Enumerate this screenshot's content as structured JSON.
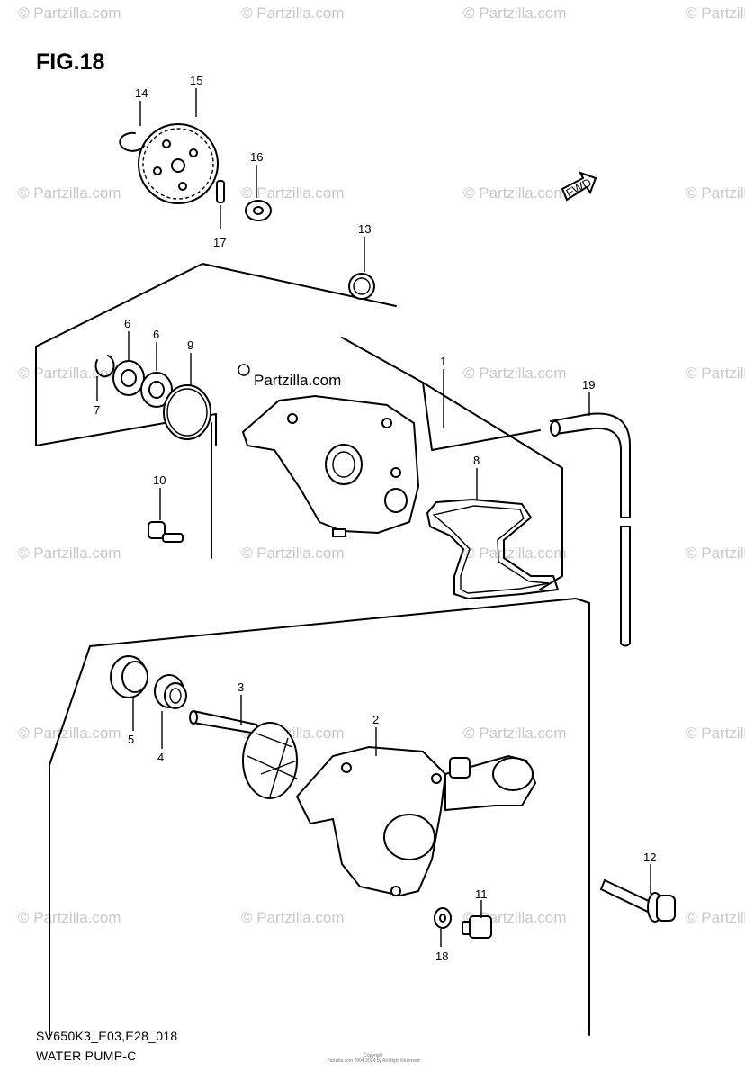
{
  "figure": {
    "title": "FIG.18",
    "model_code": "SV650K3_E03,E28_018",
    "section_title": "WATER PUMP-C",
    "fwd_label": "FWD",
    "copyright_line1": "Copyright",
    "copyright_line2": "Partzilla.com 2004-2024 by All Right Reserved"
  },
  "watermark": {
    "text": "© Partzilla.com",
    "tag_text": "Partzilla.com"
  },
  "callouts": [
    "1",
    "2",
    "3",
    "4",
    "5",
    "6",
    "6",
    "7",
    "8",
    "9",
    "10",
    "11",
    "12",
    "13",
    "14",
    "15",
    "16",
    "17",
    "18",
    "19"
  ]
}
